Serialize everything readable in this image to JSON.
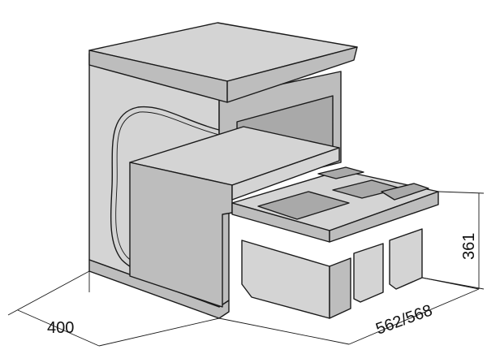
{
  "dimensions": {
    "depth": "400",
    "width": "562/568",
    "height": "361"
  }
}
